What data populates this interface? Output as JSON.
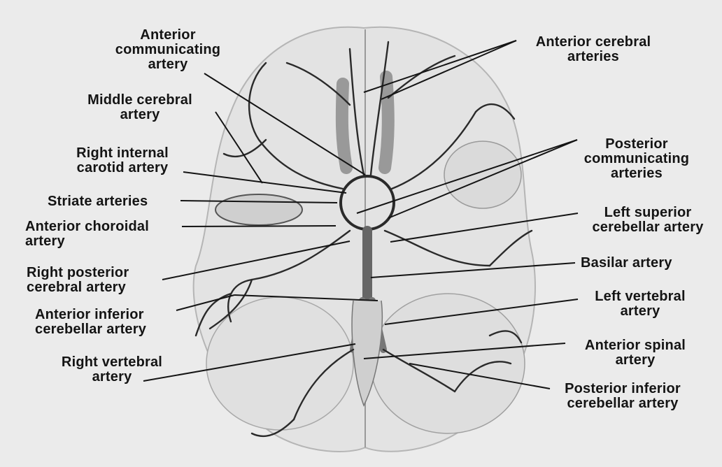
{
  "labels": {
    "anterior_communicating_artery": "Anterior\ncommunicating\nartery",
    "middle_cerebral_artery": "Middle cerebral\nartery",
    "right_internal_carotid_artery": "Right internal\ncarotid artery",
    "striate_arteries": "Striate arteries",
    "anterior_choroidal_artery": "Anterior choroidal\nartery",
    "right_posterior_cerebral_artery": "Right posterior\ncerebral artery",
    "anterior_inferior_cerebellar_artery": "Anterior inferior\ncerebellar artery",
    "right_vertebral_artery": "Right vertebral\nartery",
    "anterior_cerebral_arteries": "Anterior cerebral\narteries",
    "posterior_communicating_arteries": "Posterior\ncommunicating\narteries",
    "left_superior_cerebellar_artery": "Left superior\ncerebellar artery",
    "basilar_artery": "Basilar artery",
    "left_vertebral_artery": "Left vertebral\nartery",
    "anterior_spinal_artery": "Anterior spinal\nartery",
    "posterior_inferior_cerebellar_artery": "Posterior inferior\ncerebellar artery"
  },
  "colors": {
    "background": "#ebebeb",
    "ink": "#141414",
    "brain_fill": "#dcdcdc",
    "vessel": "#2a2a2a"
  }
}
